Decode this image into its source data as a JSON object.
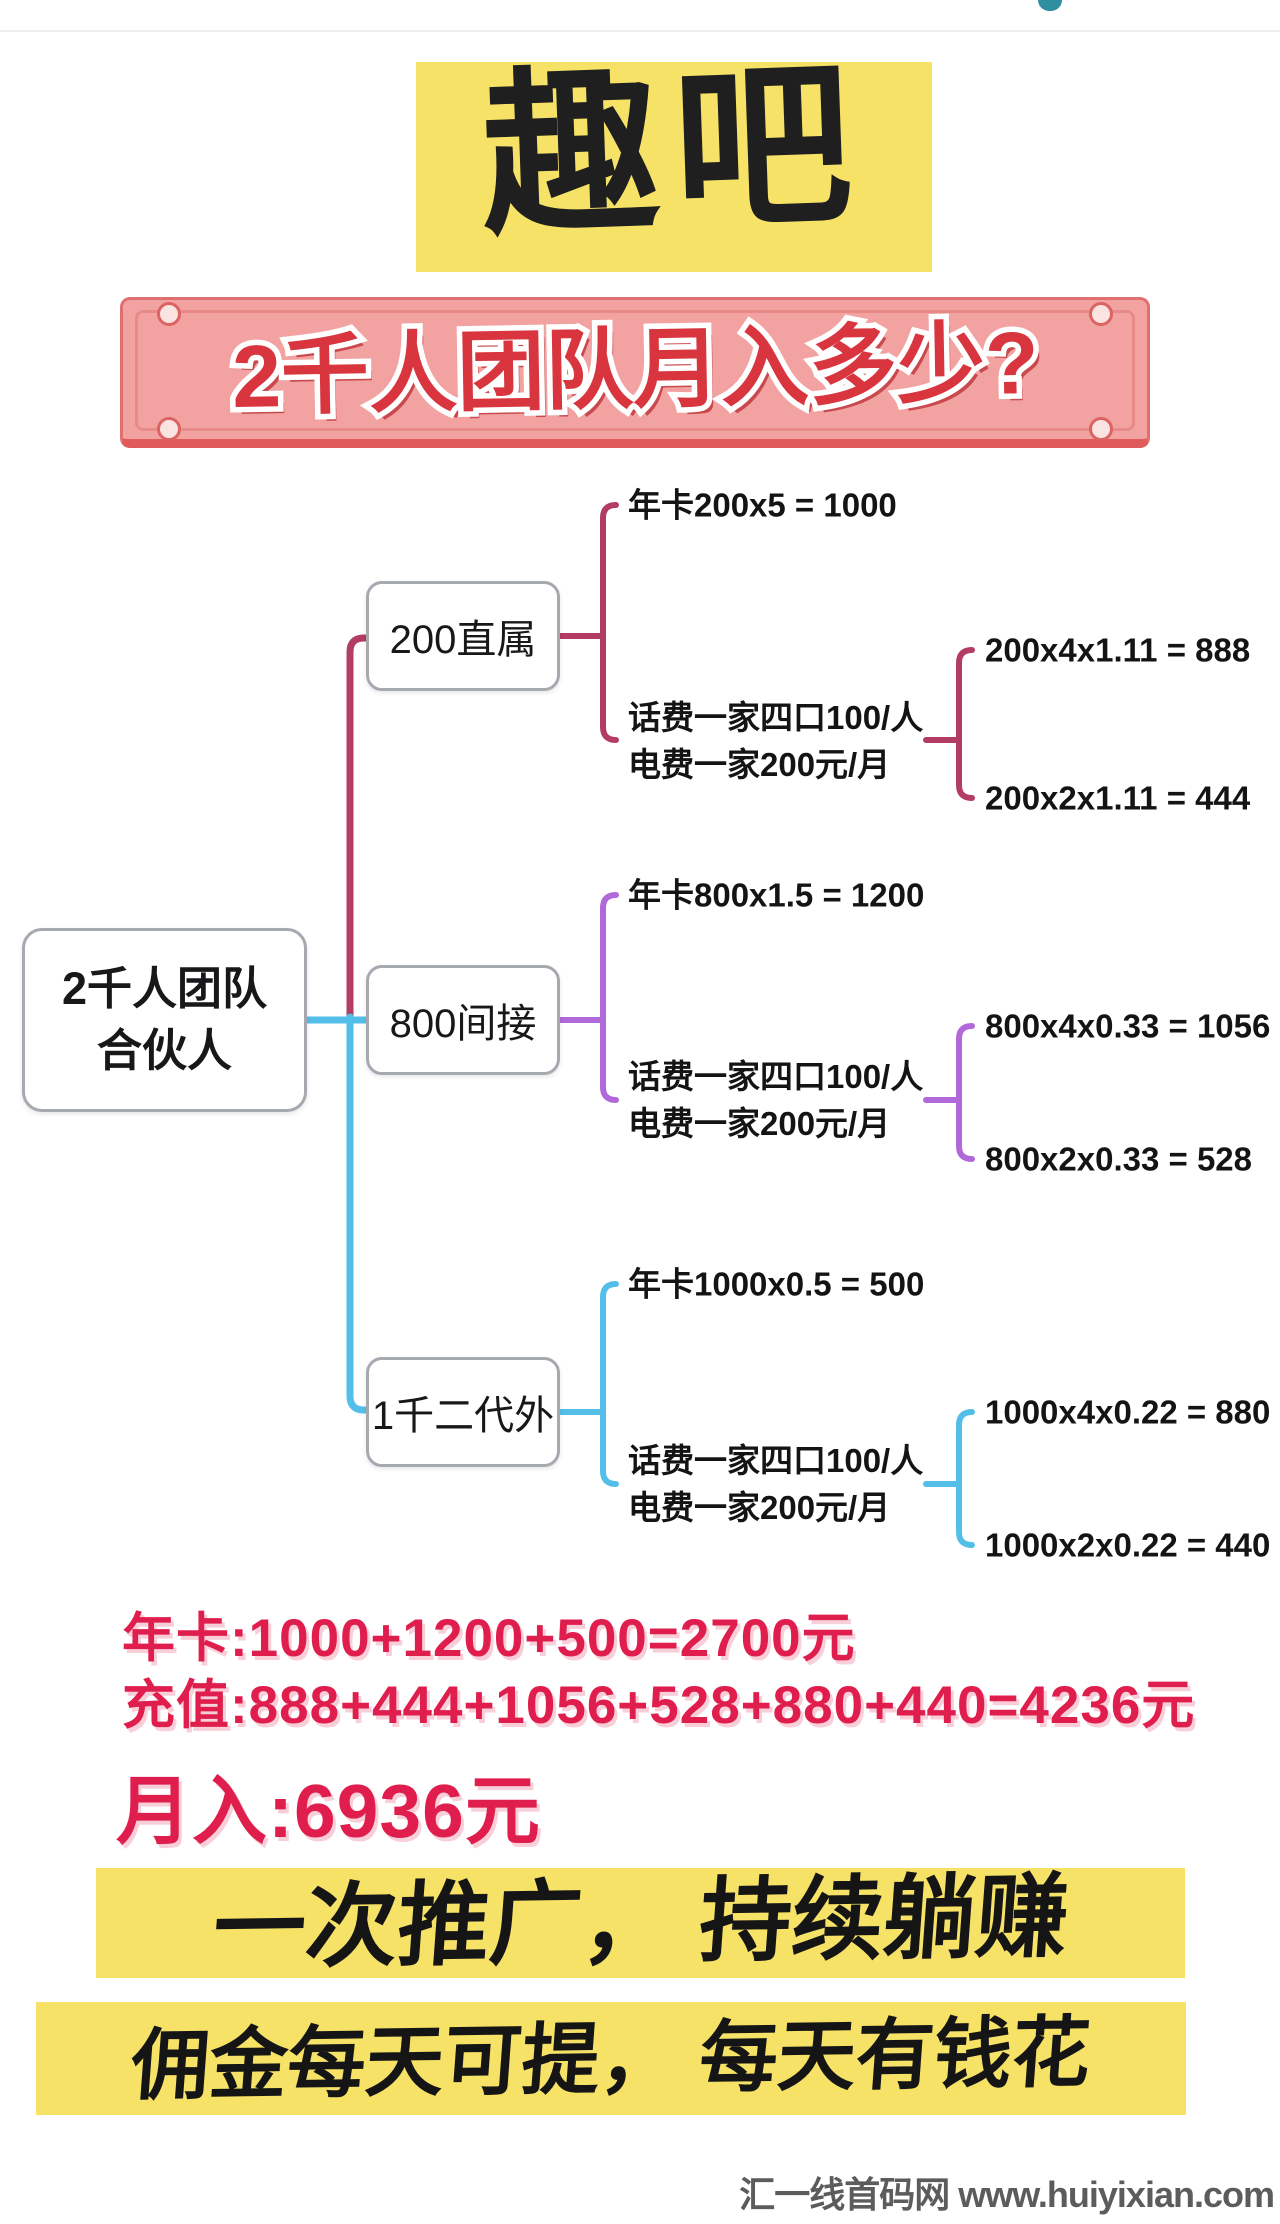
{
  "decor": {
    "teal_dot_color": "#2f8fa0",
    "background": "#ffffff"
  },
  "title": {
    "text": "趣吧",
    "bg_color": "#f6e266"
  },
  "ribbon": {
    "text": "2千人团队月入多少?",
    "bg_color": "#f2a3a1",
    "border_color": "#e0706f",
    "text_color": "#d8353e"
  },
  "tree": {
    "root": {
      "line1": "2千人团队",
      "line2": "合伙人"
    },
    "branches": [
      {
        "label": "200直属",
        "color": "#b23c64",
        "card": "年卡200x5 = 1000",
        "fees": [
          "话费一家四口100/人",
          "电费一家200元/月"
        ],
        "calc_top": "200x4x1.11 = 888",
        "calc_bottom": "200x2x1.11 = 444"
      },
      {
        "label": "800间接",
        "color": "#b168d8",
        "card": "年卡800x1.5 = 1200",
        "fees": [
          "话费一家四口100/人",
          "电费一家200元/月"
        ],
        "calc_top": "800x4x0.33 = 1056",
        "calc_bottom": "800x2x0.33 = 528"
      },
      {
        "label": "1千二代外",
        "color": "#53bfe8",
        "card": "年卡1000x0.5 = 500",
        "fees": [
          "话费一家四口100/人",
          "电费一家200元/月"
        ],
        "calc_top": "1000x4x0.22 = 880",
        "calc_bottom": "1000x2x0.22 = 440"
      }
    ]
  },
  "summary": {
    "annual_card_line": "年卡:1000+1200+500=2700元",
    "recharge_line": "充值:888+444+1056+528+880+440=4236元",
    "monthly_income_line": "月入:6936元",
    "color": "#e01e4e"
  },
  "banners": {
    "first": "一次推广， 持续躺赚",
    "second": "佣金每天可提， 每天有钱花",
    "bg_color": "#f6e266"
  },
  "watermark": "汇一线首码网 www.huiyixian.com"
}
